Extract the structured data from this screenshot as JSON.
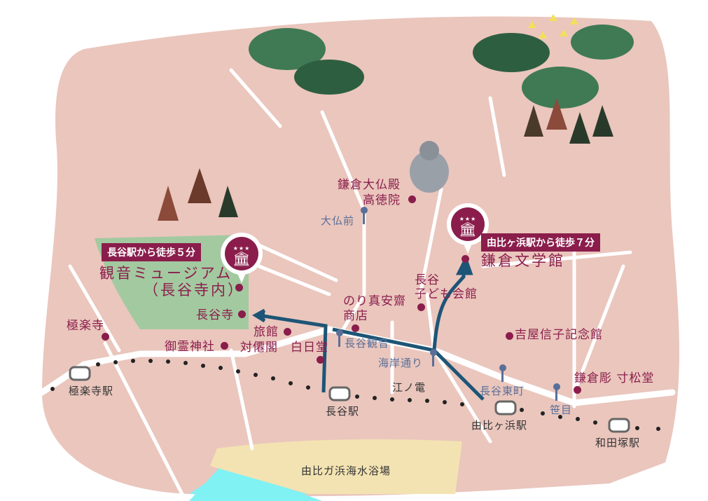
{
  "colors": {
    "land": "#eac6bd",
    "label": "#8a1d4b",
    "bus_stop": "#5a6f98",
    "route": "#1d5576",
    "park": "#a3c9a0",
    "beach": "#f3e3b2",
    "sea": "#80f2f4"
  },
  "museums": [
    {
      "name": "観音ミュージアム",
      "sub": "（長谷寺内）",
      "access": "長谷駅から徒歩５分",
      "icon": "museum-icon"
    },
    {
      "name": "鎌倉文学館",
      "access": "由比ヶ浜駅から徒歩７分",
      "icon": "museum-icon"
    }
  ],
  "places": {
    "daibutsu": [
      "鎌倉大仏殿",
      "高徳院"
    ],
    "hasedera": "長谷寺",
    "gokurakuji": "極楽寺",
    "goryo": "御霊神社",
    "ryokan": [
      "旅館",
      "対僊閣"
    ],
    "hakujitsudo": "白日堂",
    "nori": [
      "のり真安齋",
      "商店"
    ],
    "kodomo": [
      "長谷",
      "子ども会館"
    ],
    "yoshiya": "吉屋信子記念館",
    "bori": "鎌倉彫 寸松堂"
  },
  "bus_stops": [
    "大仏前",
    "長谷観音",
    "海岸通り",
    "長谷東町",
    "笹目"
  ],
  "stations": [
    "極楽寺駅",
    "長谷駅",
    "由比ヶ浜駅",
    "和田塚駅"
  ],
  "railway": "江ノ電",
  "beach": "由比ガ浜海水浴場"
}
